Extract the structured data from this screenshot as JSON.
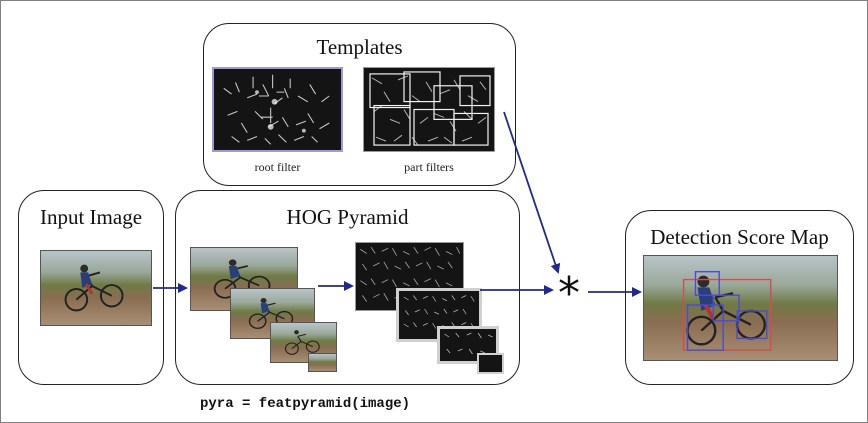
{
  "templates": {
    "title": "Templates",
    "root_caption": "root filter",
    "part_caption": "part filters"
  },
  "input": {
    "title": "Input Image"
  },
  "hog": {
    "title": "HOG Pyramid",
    "code": "pyra = featpyramid(image)"
  },
  "convolve_symbol": "*",
  "output": {
    "title": "Detection Score Map"
  },
  "colors": {
    "arrow": "#1f2a8a",
    "frame": "#7f7f7f",
    "root_border": "#9b9bd8",
    "box_red": "#d64b4b",
    "box_blue": "#4b4bd6"
  }
}
